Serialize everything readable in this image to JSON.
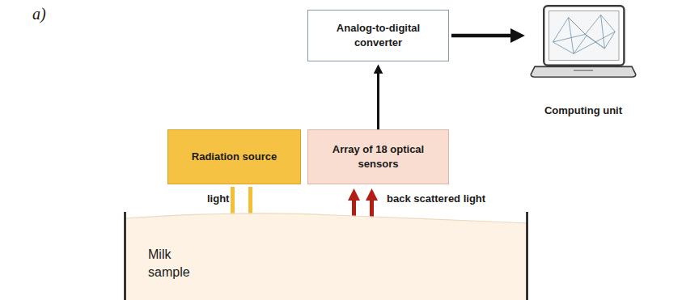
{
  "diagram": {
    "nodes": [
      {
        "text": [
          "Analog-to-digital converter"
        ]
      },
      {
        "text": [
          "Radiation source"
        ]
      },
      {
        "text": [
          "Array of 18 optical sensors"
        ]
      },
      {
        "text": [
          "Milk sample"
        ]
      },
      {
        "text": [
          "Computing unit"
        ]
      }
    ],
    "edges": [
      {
        "from": 2,
        "to": 0,
        "arrow": "to"
      },
      {
        "from": 0,
        "to": 4,
        "arrow": "to"
      },
      {
        "from": 1,
        "to": 3,
        "arrow": "to"
      },
      {
        "from": 3,
        "to": 2,
        "arrow": "to"
      }
    ],
    "labels": [
      "a)",
      "light",
      "back scattered light"
    ]
  }
}
